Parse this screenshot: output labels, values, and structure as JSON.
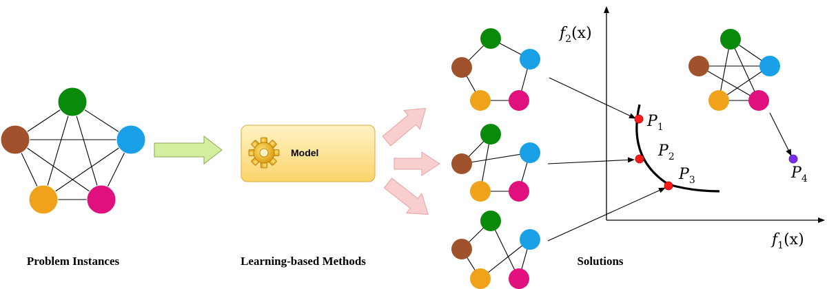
{
  "captions": {
    "problem_instances": "Problem Instances",
    "learning_methods": "Learning-based Methods",
    "solutions": "Solutions"
  },
  "model": {
    "label": "Model",
    "icon": "gear-icon"
  },
  "axes": {
    "y_label": {
      "f": "f",
      "sub": "2",
      "arg": "(x)"
    },
    "x_label": {
      "f": "f",
      "sub": "1",
      "arg": "(x)"
    }
  },
  "points": [
    {
      "letter": "P",
      "sub": "1",
      "color": "#ff1a1a"
    },
    {
      "letter": "P",
      "sub": "2",
      "color": "#ff1a1a"
    },
    {
      "letter": "P",
      "sub": "3",
      "color": "#ff1a1a"
    },
    {
      "letter": "P",
      "sub": "4",
      "color": "#7b2cf0"
    }
  ],
  "node_colors": {
    "green": "#0a8a0a",
    "blue": "#1aa0e6",
    "magenta": "#e0117f",
    "orange": "#f0a31a",
    "brown": "#a0522d"
  },
  "arrow_colors": {
    "process": "#d4ee9f",
    "output": "#f8cece"
  }
}
